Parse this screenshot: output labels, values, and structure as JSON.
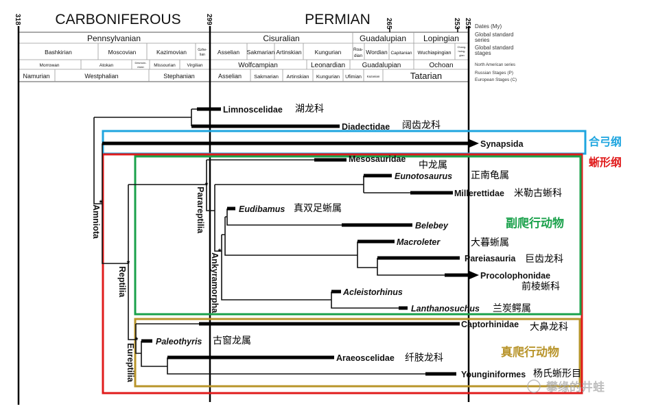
{
  "periods": {
    "carboniferous": "CARBONIFEROUS",
    "permian": "PERMIAN"
  },
  "dates": [
    "318",
    "299",
    "265",
    "253",
    "251"
  ],
  "legend": [
    "Dates (My)",
    "Global standard",
    "series",
    "Global standard",
    "stages",
    "North American series",
    "Russian Stages (P)",
    "European Stages (C)"
  ],
  "series": [
    "Pennsylvanian",
    "Cisuralian",
    "Guadalupian",
    "Lopingian"
  ],
  "stages": [
    "Bashkirian",
    "Moscovian",
    "Kazimovian",
    "Gzhe-",
    "lian",
    "Asselian",
    "Sakmarian",
    "Artinskian",
    "Kungurian",
    "Roa-",
    "dian",
    "Wordian",
    "Capitanian",
    "Wuchiapingian",
    "Chang-",
    "hsing-",
    "gian"
  ],
  "na_series": [
    "Morrowan",
    "Atokan",
    "Desmoin-",
    "esian",
    "Missourian",
    "Virgilian",
    "Wolfcampian",
    "Leonardian",
    "Guadalupian",
    "Ochoan"
  ],
  "ru_eu_stages": [
    "Namurian",
    "Westphalian",
    "Stephanian",
    "Asselian",
    "Sakmarian",
    "Artinskian",
    "Kungurian",
    "Ufimian",
    "Kazanian",
    "Tatarian"
  ],
  "clades": {
    "amniota": "Amniota",
    "reptilia": "Reptilia",
    "parareptilia": "Parareptilia",
    "ankyramorpha": "Ankyramorpha",
    "eureptilia": "Eureptilia"
  },
  "taxa": [
    {
      "name": "Limnoscelidae",
      "cn": "湖龙科"
    },
    {
      "name": "Diadectidae",
      "cn": "阔齿龙科"
    },
    {
      "name": "Synapsida",
      "cn": ""
    },
    {
      "name": "Mesosauridae",
      "cn": "中龙属"
    },
    {
      "name": "Eunotosaurus",
      "cn": "正南龟属"
    },
    {
      "name": "Millerettidae",
      "cn": "米勒古蜥科"
    },
    {
      "name": "Eudibamus",
      "cn": "真双足蜥属"
    },
    {
      "name": "Belebey",
      "cn": ""
    },
    {
      "name": "Macroleter",
      "cn": "大暮蜥属"
    },
    {
      "name": "Pareiasauria",
      "cn": "巨齿龙科"
    },
    {
      "name": "Procolophonidae",
      "cn": "前棱蜥科"
    },
    {
      "name": "Acleistorhinus",
      "cn": ""
    },
    {
      "name": "Lanthanosuchus",
      "cn": "兰炭鳄属"
    },
    {
      "name": "Captorhinidae",
      "cn": "大鼻龙科"
    },
    {
      "name": "Paleothyris",
      "cn": "古窗龙属"
    },
    {
      "name": "Araeoscelidae",
      "cn": "纤肢龙科"
    },
    {
      "name": "Younginiformes",
      "cn": "杨氏蜥形目"
    }
  ],
  "groups": {
    "synapsida": {
      "label": "合弓纲",
      "color": "#1ea5df"
    },
    "sauropsida": {
      "label": "蜥形纲",
      "color": "#e01b1b"
    },
    "parareptiles": {
      "label": "副爬行动物",
      "color": "#1aa14b"
    },
    "eureptiles": {
      "label": "真爬行动物",
      "color": "#b8942a"
    }
  },
  "watermark": "攀缘的井蛙"
}
